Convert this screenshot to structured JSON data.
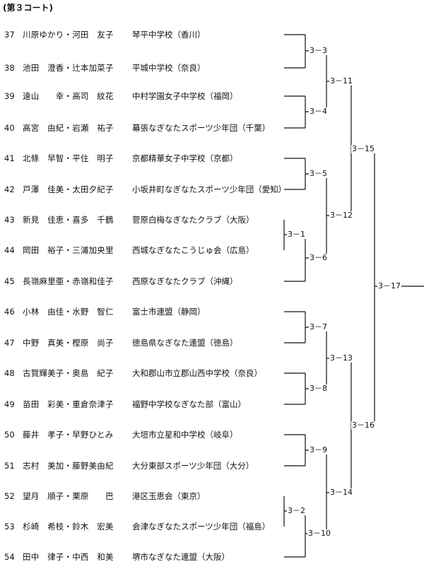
{
  "court_title": "(第３コート)",
  "entries": [
    {
      "num": "37",
      "names": "川原ゆかり・河田　友子",
      "team": "琴平中学校（香川）"
    },
    {
      "num": "38",
      "names": "池田　澄香・辻本加菜子",
      "team": "平城中学校（奈良）"
    },
    {
      "num": "39",
      "names": "遠山　　幸・高司　紋花",
      "team": "中村学園女子中学校（福岡）"
    },
    {
      "num": "40",
      "names": "高宮　由紀・岩瀬　祐子",
      "team": "幕張なぎなたスポーツ少年団（千葉）"
    },
    {
      "num": "41",
      "names": "北條　早智・平住　明子",
      "team": "京都精華女子中学校（京都）"
    },
    {
      "num": "42",
      "names": "戸澤　佳美・太田夕紀子",
      "team": "小坂井町なぎなたスポーツ少年団（愛知）"
    },
    {
      "num": "43",
      "names": "新見　佳恵・喜多　千鶴",
      "team": "菅原白梅なぎなたクラブ（大阪）"
    },
    {
      "num": "44",
      "names": "岡田　裕子・三浦加央里",
      "team": "西城なぎなたこうじゅ会（広島）"
    },
    {
      "num": "45",
      "names": "長嶺麻里亜・赤嶺和佳子",
      "team": "西原なぎなたクラブ（沖縄）"
    },
    {
      "num": "46",
      "names": "小林　由佳・水野　智仁",
      "team": "富士市連盟（静岡）"
    },
    {
      "num": "47",
      "names": "中野　真美・樫原　尚子",
      "team": "徳島県なぎなた連盟（徳島）"
    },
    {
      "num": "48",
      "names": "古賀輝美子・奥島　紀子",
      "team": "大和郡山市立郡山西中学校（奈良）"
    },
    {
      "num": "49",
      "names": "苗田　彩美・重倉奈津子",
      "team": "福野中学校なぎなた部（富山）"
    },
    {
      "num": "50",
      "names": "藤井　孝子・早野ひとみ",
      "team": "大垣市立星和中学校（岐阜）"
    },
    {
      "num": "51",
      "names": "志村　美加・藤野美由紀",
      "team": "大分東部スポーツ少年団（大分）"
    },
    {
      "num": "52",
      "names": "望月　順子・栗原　　巴",
      "team": "港区玉恵会（東京）"
    },
    {
      "num": "53",
      "names": "杉崎　希枝・鈴木　宏美",
      "team": "会津なぎなたスポーツ少年団（福島）"
    },
    {
      "num": "54",
      "names": "田中　律子・中西　和美",
      "team": "堺市なぎなた連盟（大阪）"
    }
  ],
  "matches": {
    "m1": "3－1",
    "m2": "3－2",
    "m3": "3－3",
    "m4": "3－4",
    "m5": "3－5",
    "m6": "3－6",
    "m7": "3－7",
    "m8": "3－8",
    "m9": "3－9",
    "m10": "3－10",
    "m11": "3－11",
    "m12": "3－12",
    "m13": "3－13",
    "m14": "3－14",
    "m15": "3－15",
    "m16": "3－16",
    "m17": "3－17"
  }
}
